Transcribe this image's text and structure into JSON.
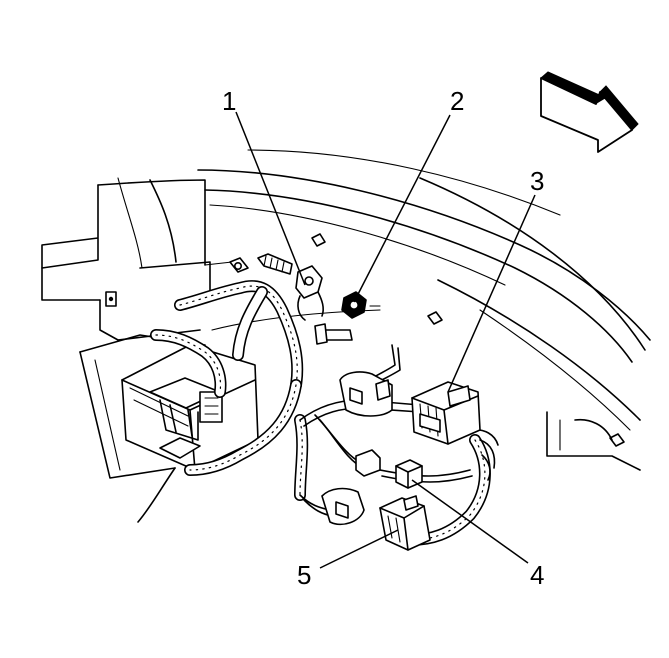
{
  "figure": {
    "callouts": [
      {
        "id": "callout-1",
        "label": "1"
      },
      {
        "id": "callout-2",
        "label": "2"
      },
      {
        "id": "callout-3",
        "label": "3"
      },
      {
        "id": "callout-4",
        "label": "4"
      },
      {
        "id": "callout-5",
        "label": "5"
      }
    ],
    "direction_arrow_icon": "front-direction-arrow-icon"
  }
}
